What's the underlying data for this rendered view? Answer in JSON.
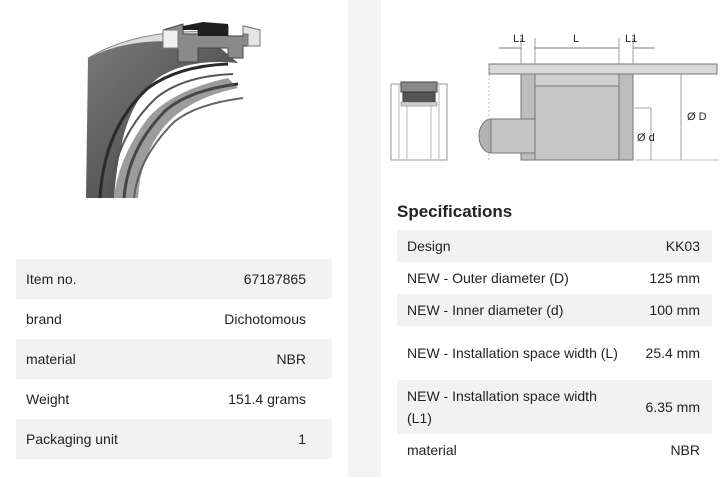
{
  "product_table": [
    {
      "label": "Item no.",
      "value": "67187865"
    },
    {
      "label": "brand",
      "value": "Dichotomous"
    },
    {
      "label": "material",
      "value": "NBR"
    },
    {
      "label": "Weight",
      "value": "151.4 grams"
    },
    {
      "label": "Packaging unit",
      "value": "1"
    }
  ],
  "specifications": {
    "title": "Specifications",
    "rows": [
      {
        "label": "Design",
        "value": "KK03"
      },
      {
        "label": "NEW - Outer diameter (D)",
        "value": "125 mm"
      },
      {
        "label": "NEW - Inner diameter (d)",
        "value": "100 mm"
      },
      {
        "label": "NEW - Installation space width (L)",
        "value": "25.4 mm"
      },
      {
        "label": "NEW - Installation space width (L1)",
        "value": "6.35 mm"
      },
      {
        "label": "material",
        "value": "NBR"
      }
    ]
  },
  "diagram_labels": {
    "l1_left": "L1",
    "l": "L",
    "l1_right": "L1",
    "inner_d": "Ø d",
    "outer_d": "Ø D"
  }
}
